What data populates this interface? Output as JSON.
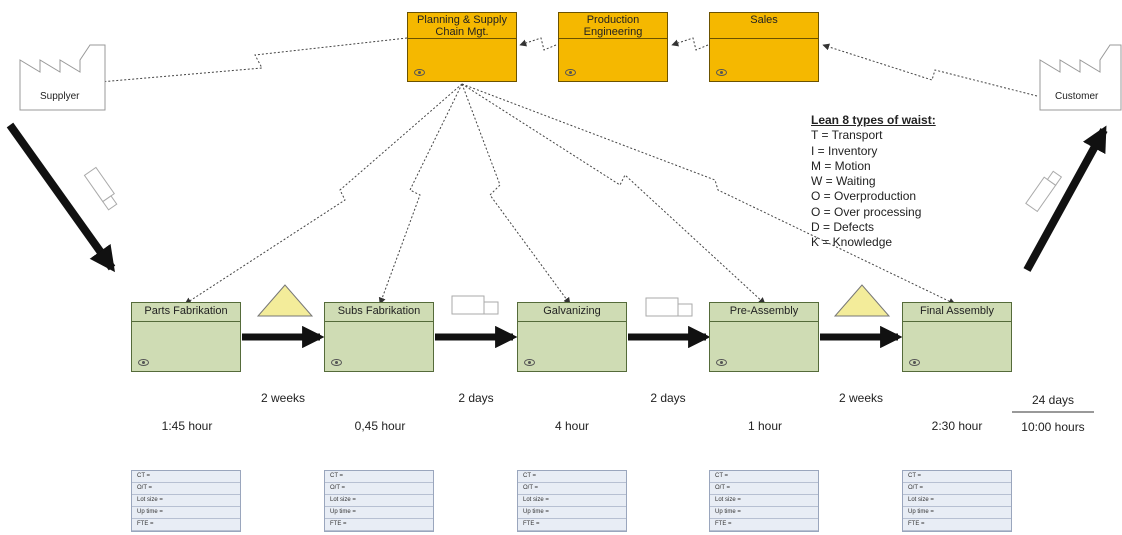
{
  "departments": {
    "planning": "Planning & Supply Chain Mgt.",
    "production": "Production Engineering",
    "sales": "Sales"
  },
  "supplier": {
    "label": "Supplyer"
  },
  "customer": {
    "label": "Customer"
  },
  "processes": [
    "Parts Fabrikation",
    "Subs Fabrikation",
    "Galvanizing",
    "Pre-Assembly",
    "Final Assembly"
  ],
  "wait_times": [
    "2 weeks",
    "2 days",
    "2 days",
    "2 weeks"
  ],
  "process_times": [
    "1:45 hour",
    "0,45 hour",
    "4 hour",
    "1 hour",
    "2:30 hour"
  ],
  "totals": {
    "lead_time": "24 days",
    "process_time": "10:00 hours"
  },
  "data_box_rows": [
    "CT =",
    "O/T =",
    "Lot size =",
    "Up time =",
    "FTE ="
  ],
  "legend": {
    "title": "Lean 8 types of waist:",
    "items": [
      "T = Transport",
      "I = Inventory",
      "M = Motion",
      "W = Waiting",
      "O = Overproduction",
      "O = Over processing",
      "D = Defects",
      "K = Knowledge"
    ]
  },
  "colors": {
    "department": "#f5b800",
    "process": "#cfdcb4",
    "inventory": "#f3ec9a",
    "data_box": "#e8edf5"
  }
}
